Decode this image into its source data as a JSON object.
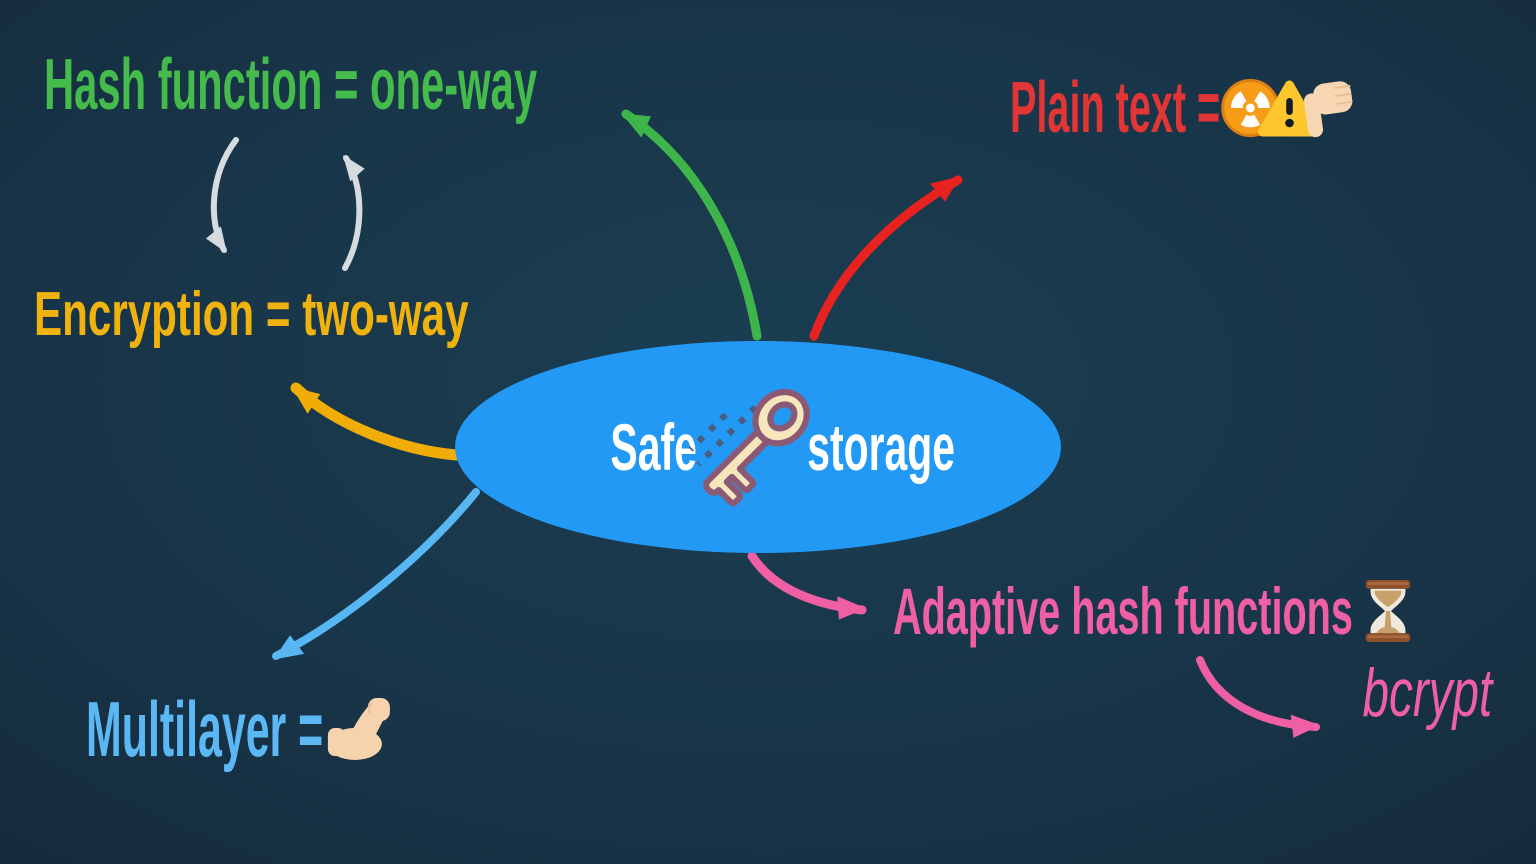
{
  "title": "Safe storage mind map",
  "center": {
    "text_left": "Safe",
    "text_right": "storage",
    "icon": "key-icon",
    "fill": "#2199f5",
    "text_color": "#ffffff"
  },
  "branches": {
    "hash": {
      "label": "Hash function = one-way",
      "color": "#45bb4b"
    },
    "encryption": {
      "label": "Encryption = two-way",
      "color": "#f0b30d"
    },
    "plain_text": {
      "label": "Plain text =",
      "color": "#e23535",
      "icons": [
        "radioactive-icon",
        "warning-icon",
        "thumbs-down-icon"
      ]
    },
    "adaptive": {
      "label": "Adaptive hash functions",
      "color": "#ee5fa4",
      "icons": [
        "hourglass-icon"
      ]
    },
    "bcrypt": {
      "label": "bcrypt",
      "color": "#ee5fa4"
    },
    "multilayer": {
      "label": "Multilayer =",
      "color": "#5cb8f5",
      "icons": [
        "flexed-biceps-icon"
      ]
    }
  },
  "relations": {
    "cycle": "Hash function <-> Encryption (two gray curved arrows)",
    "from_center": [
      "hash",
      "plain_text",
      "encryption",
      "multilayer",
      "adaptive"
    ],
    "adaptive_to": "bcrypt"
  },
  "arrows": {
    "green": "#3db54a",
    "red": "#e8221f",
    "yellow": "#f0ad07",
    "blue": "#58b6f3",
    "pink": "#ee5fa4",
    "gray": "#d6dbe0"
  },
  "background": {
    "center": "#1b3e52",
    "edge": "#131f2b"
  }
}
